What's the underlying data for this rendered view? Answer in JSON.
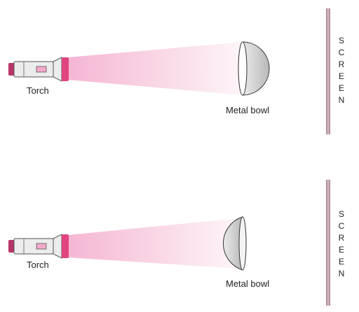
{
  "labels": {
    "torch": "Torch",
    "bowl": "Metal bowl",
    "screen": [
      "S",
      "C",
      "R",
      "E",
      "E",
      "N"
    ]
  },
  "colors": {
    "torch_body": "#ececec",
    "torch_head": "#e0457f",
    "torch_cap": "#b83468",
    "beam": "#f3a9cb",
    "bowl": "#c8c8c8",
    "screen_bar": "#c9a0b0"
  },
  "panels": [
    {
      "name": "top",
      "bowl_orientation": "opening facing torch"
    },
    {
      "name": "bottom",
      "bowl_orientation": "curved back facing torch"
    }
  ]
}
